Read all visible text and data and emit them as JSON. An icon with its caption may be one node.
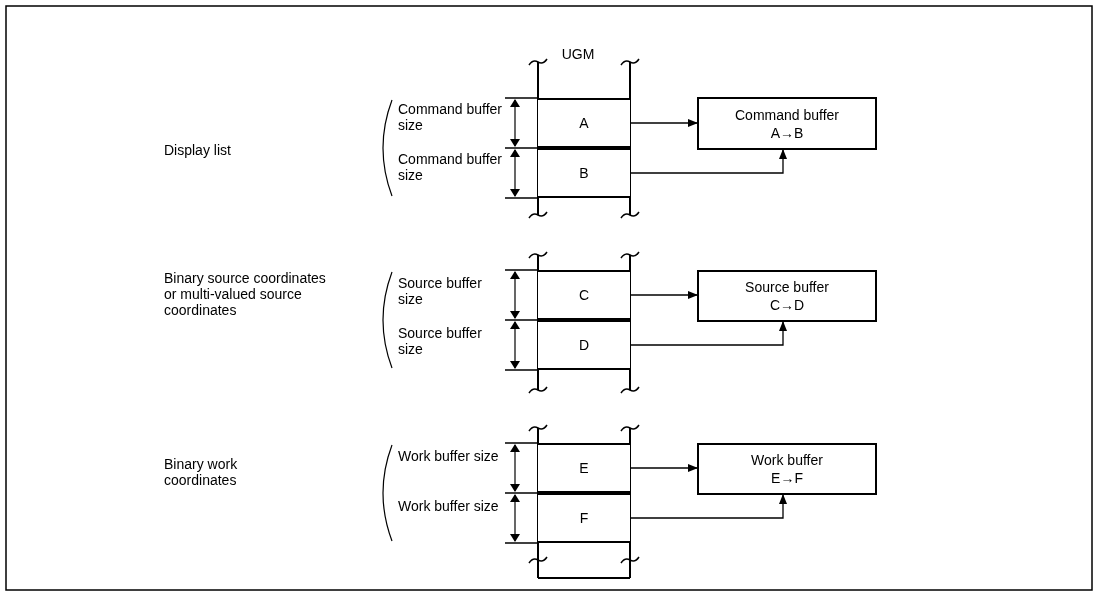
{
  "diagram": {
    "nodes": [
      {
        "text": [
          "A"
        ]
      },
      {
        "text": [
          "Command buffer",
          "A→B"
        ]
      },
      {
        "text": [
          "B"
        ]
      },
      {
        "text": [
          "C"
        ]
      },
      {
        "text": [
          "Source buffer",
          "C→D"
        ]
      },
      {
        "text": [
          "D"
        ]
      },
      {
        "text": [
          "E"
        ]
      },
      {
        "text": [
          "Work buffer",
          "E→F"
        ]
      },
      {
        "text": [
          "F"
        ]
      }
    ],
    "edges": [
      {
        "from": 0,
        "to": 1,
        "arrow": "to"
      },
      {
        "from": 2,
        "to": 1,
        "arrow": "to"
      },
      {
        "from": 3,
        "to": 4,
        "arrow": "to"
      },
      {
        "from": 5,
        "to": 4,
        "arrow": "to"
      },
      {
        "from": 6,
        "to": 7,
        "arrow": "to"
      },
      {
        "from": 8,
        "to": 7,
        "arrow": "to"
      }
    ],
    "labels": [
      "UGM",
      "Display list",
      "Command buffer size",
      "Command buffer size",
      "Binary source coordinates or multi-valued source coordinates",
      "Source buffer size",
      "Source buffer size",
      "Binary work coordinates",
      "Work buffer size",
      "Work buffer size"
    ]
  }
}
